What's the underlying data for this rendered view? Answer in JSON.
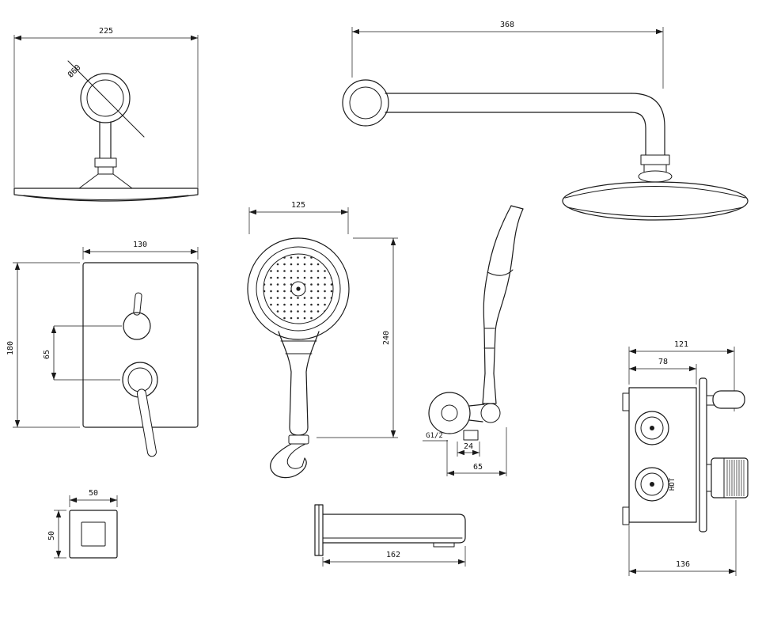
{
  "drawing": {
    "background": "#ffffff",
    "line_color": "#1a1a1a",
    "views": {
      "overhead_shower": {
        "width": "225",
        "arm_diameter": "Ø60"
      },
      "shower_arm": {
        "length": "368"
      },
      "mixer_trim": {
        "width": "130",
        "height": "180",
        "handle_spacing": "65"
      },
      "hand_shower_front": {
        "width": "125",
        "height": "240"
      },
      "hand_shower_side": {
        "thread": "G1/2",
        "inlet_width": "24",
        "reach": "65"
      },
      "valve": {
        "width": "121",
        "body_width": "78",
        "depth": "136",
        "hot_label": "HOT"
      },
      "escutcheon": {
        "width": "50",
        "height": "50"
      },
      "spout": {
        "length": "162"
      }
    }
  }
}
